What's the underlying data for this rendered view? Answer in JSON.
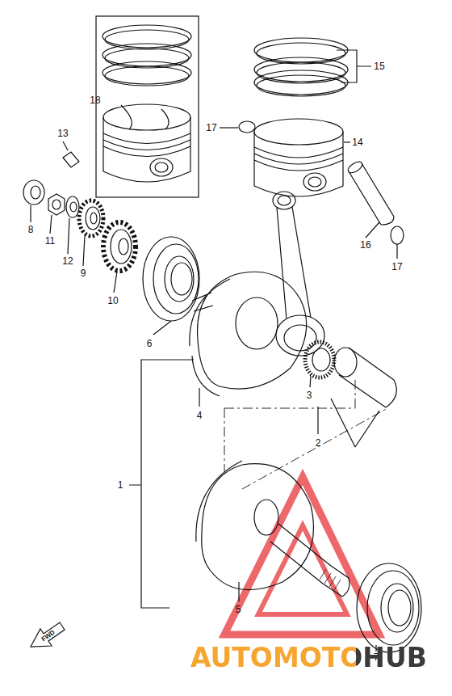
{
  "diagram": {
    "labels": [
      "18",
      "15",
      "13",
      "17",
      "14",
      "8",
      "11",
      "12",
      "9",
      "10",
      "6",
      "16",
      "17",
      "4",
      "3",
      "2",
      "1",
      "5",
      "7",
      "FWD",
      "AUTOMOTOHUB"
    ]
  }
}
